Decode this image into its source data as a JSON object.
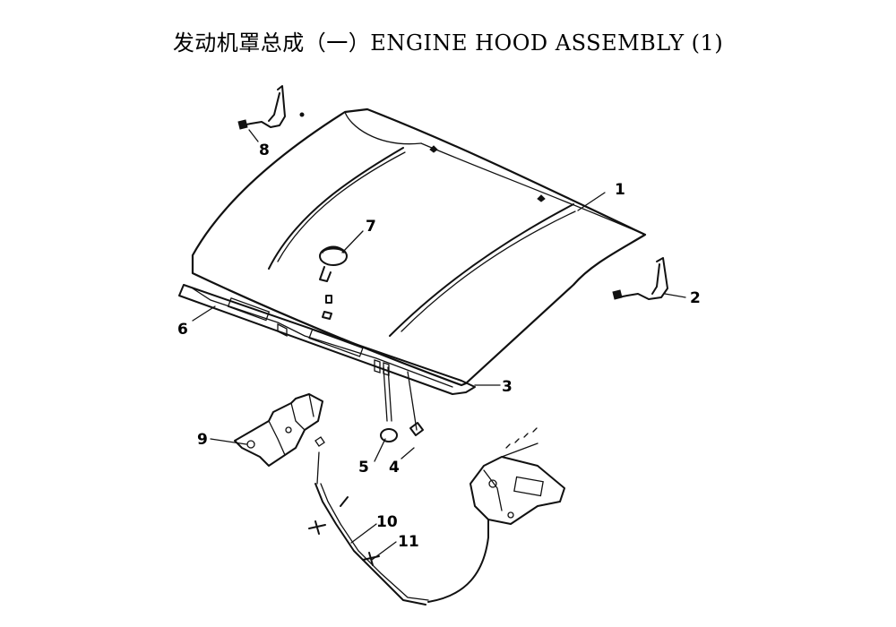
{
  "title": "发动机罩总成（一）ENGINE HOOD ASSEMBLY (1)",
  "callouts": [
    {
      "id": "1",
      "label": "1"
    },
    {
      "id": "2",
      "label": "2"
    },
    {
      "id": "3",
      "label": "3"
    },
    {
      "id": "4",
      "label": "4"
    },
    {
      "id": "5",
      "label": "5"
    },
    {
      "id": "6",
      "label": "6"
    },
    {
      "id": "7",
      "label": "7"
    },
    {
      "id": "8",
      "label": "8"
    },
    {
      "id": "9",
      "label": "9"
    },
    {
      "id": "10",
      "label": "10"
    },
    {
      "id": "11",
      "label": "11"
    }
  ]
}
